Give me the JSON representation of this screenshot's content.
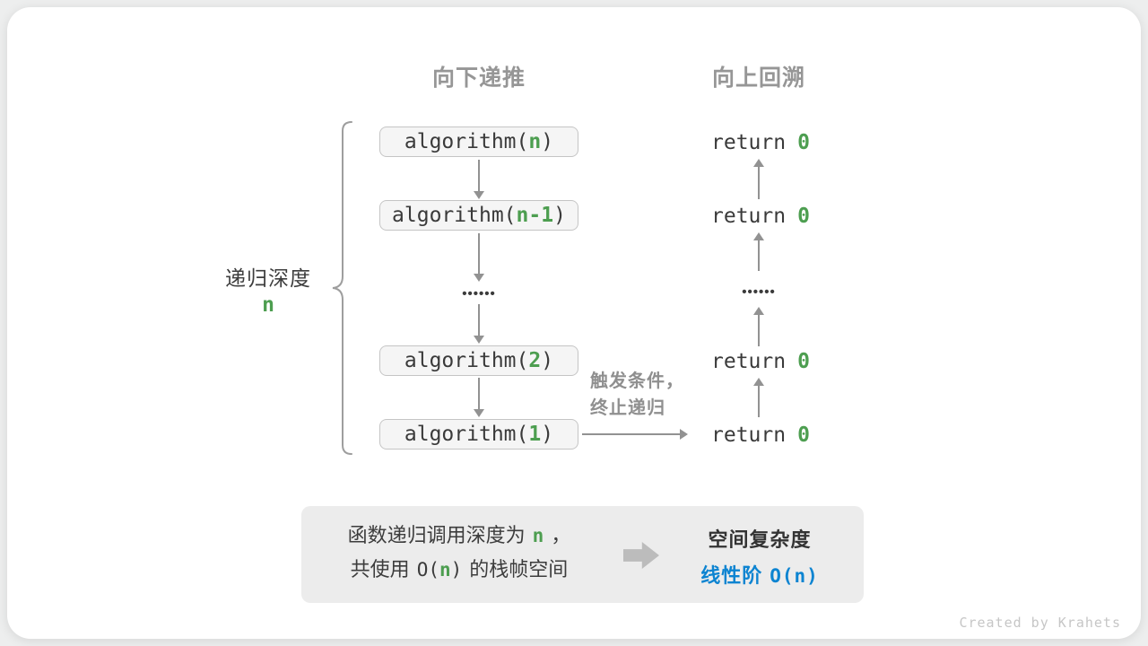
{
  "headers": {
    "down": "向下递推",
    "up": "向上回溯"
  },
  "depth_label": {
    "title": "递归深度",
    "value": "n"
  },
  "recursion": {
    "fn_open": "algorithm(",
    "fn_close": ")",
    "calls": [
      {
        "arg": "n"
      },
      {
        "arg": "n-1"
      },
      {
        "arg": "2"
      },
      {
        "arg": "1"
      }
    ],
    "dots": "••••••",
    "return_kw": "return",
    "return_val": "0"
  },
  "trigger_note": {
    "line1": "触发条件，",
    "line2": "终止递归"
  },
  "summary": {
    "line1_pre": "函数递归调用深度为",
    "line1_n": "n",
    "line1_post": "，",
    "line2_pre": "共使用",
    "line2_o_open": "O(",
    "line2_n": "n",
    "line2_o_close": ")",
    "line2_post": "的栈帧空间",
    "result_title": "空间复杂度",
    "result_pre": "线性阶",
    "result_value": "O(n)"
  },
  "watermark": "Created by Krahets",
  "colors": {
    "green": "#4d9e50",
    "blue": "#0d84d1",
    "gray_text": "#969696",
    "box_fill": "#f5f5f5",
    "box_border": "#c5c5c5",
    "summary_bg": "#ececec",
    "arrow": "#929292"
  }
}
